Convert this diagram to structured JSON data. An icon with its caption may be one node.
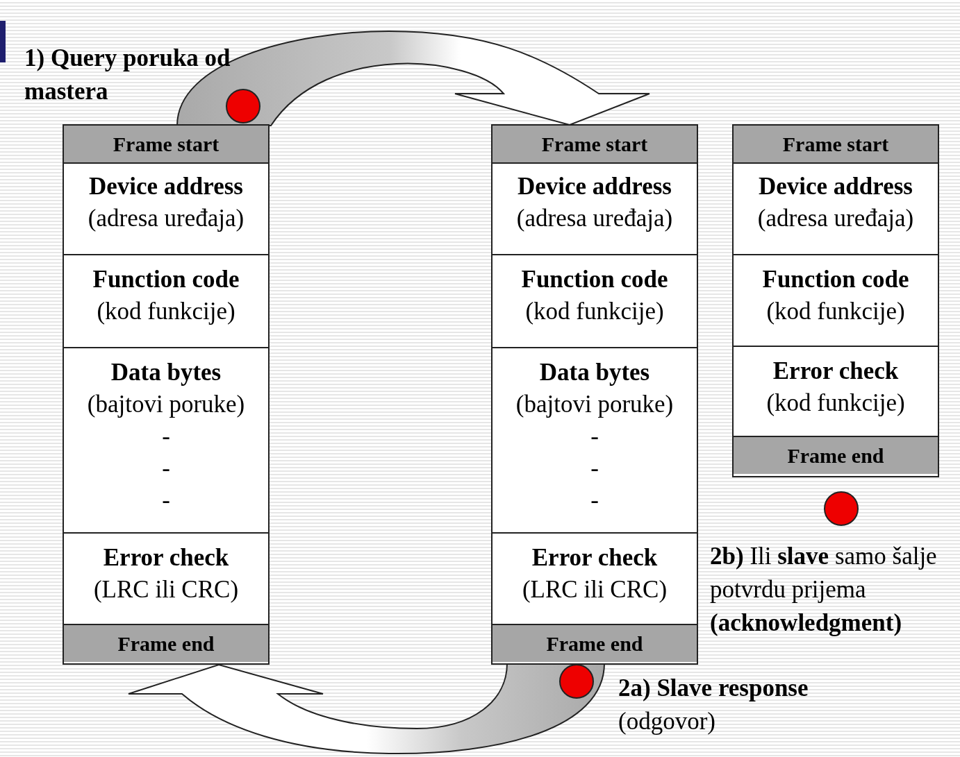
{
  "diagram": {
    "nodes": [
      {
        "text": [],
        "shape": "box"
      },
      {
        "text": [
          "Frame start"
        ],
        "in": 0
      },
      {
        "text": [
          "Device address",
          "(adresa uređaja)"
        ],
        "in": 0
      },
      {
        "text": [
          "Function code",
          "(kod funkcije)"
        ],
        "in": 0
      },
      {
        "text": [
          "Data bytes",
          "(bajtovi poruke)",
          "-",
          "-",
          "-"
        ],
        "in": 0
      },
      {
        "text": [
          "Error check",
          "(LRC ili CRC)"
        ],
        "in": 0
      },
      {
        "text": [
          "Frame end"
        ],
        "in": 0
      },
      {
        "text": [],
        "shape": "box"
      },
      {
        "text": [
          "Frame start"
        ],
        "in": 7
      },
      {
        "text": [
          "Device address",
          "(adresa uređaja)"
        ],
        "in": 7
      },
      {
        "text": [
          "Function code",
          "(kod funkcije)"
        ],
        "in": 7
      },
      {
        "text": [
          "Data bytes",
          "(bajtovi poruke)",
          "-",
          "-",
          "-"
        ],
        "in": 7
      },
      {
        "text": [
          "Error check",
          "(LRC ili CRC)"
        ],
        "in": 7
      },
      {
        "text": [
          "Frame end"
        ],
        "in": 7
      },
      {
        "text": [],
        "shape": "box"
      },
      {
        "text": [
          "Frame start"
        ],
        "in": 14
      },
      {
        "text": [
          "Device address",
          "(adresa uređaja)"
        ],
        "in": 14
      },
      {
        "text": [
          "Function code",
          "(kod funkcije)"
        ],
        "in": 14
      },
      {
        "text": [
          "Error check",
          "(kod funkcije)"
        ],
        "in": 14
      },
      {
        "text": [
          "Frame end"
        ],
        "in": 14
      }
    ],
    "edges": [
      {
        "from": 0,
        "to": 7,
        "arrow": "to"
      },
      {
        "from": 7,
        "to": 0,
        "arrow": "to"
      }
    ],
    "labels": [
      "**1) Query poruka od mastera**",
      "**2b)** Ili **slave** samo šalje potvrdu prijema **(acknowledgment)**",
      "**2a) Slave response** (odgovor)"
    ]
  }
}
